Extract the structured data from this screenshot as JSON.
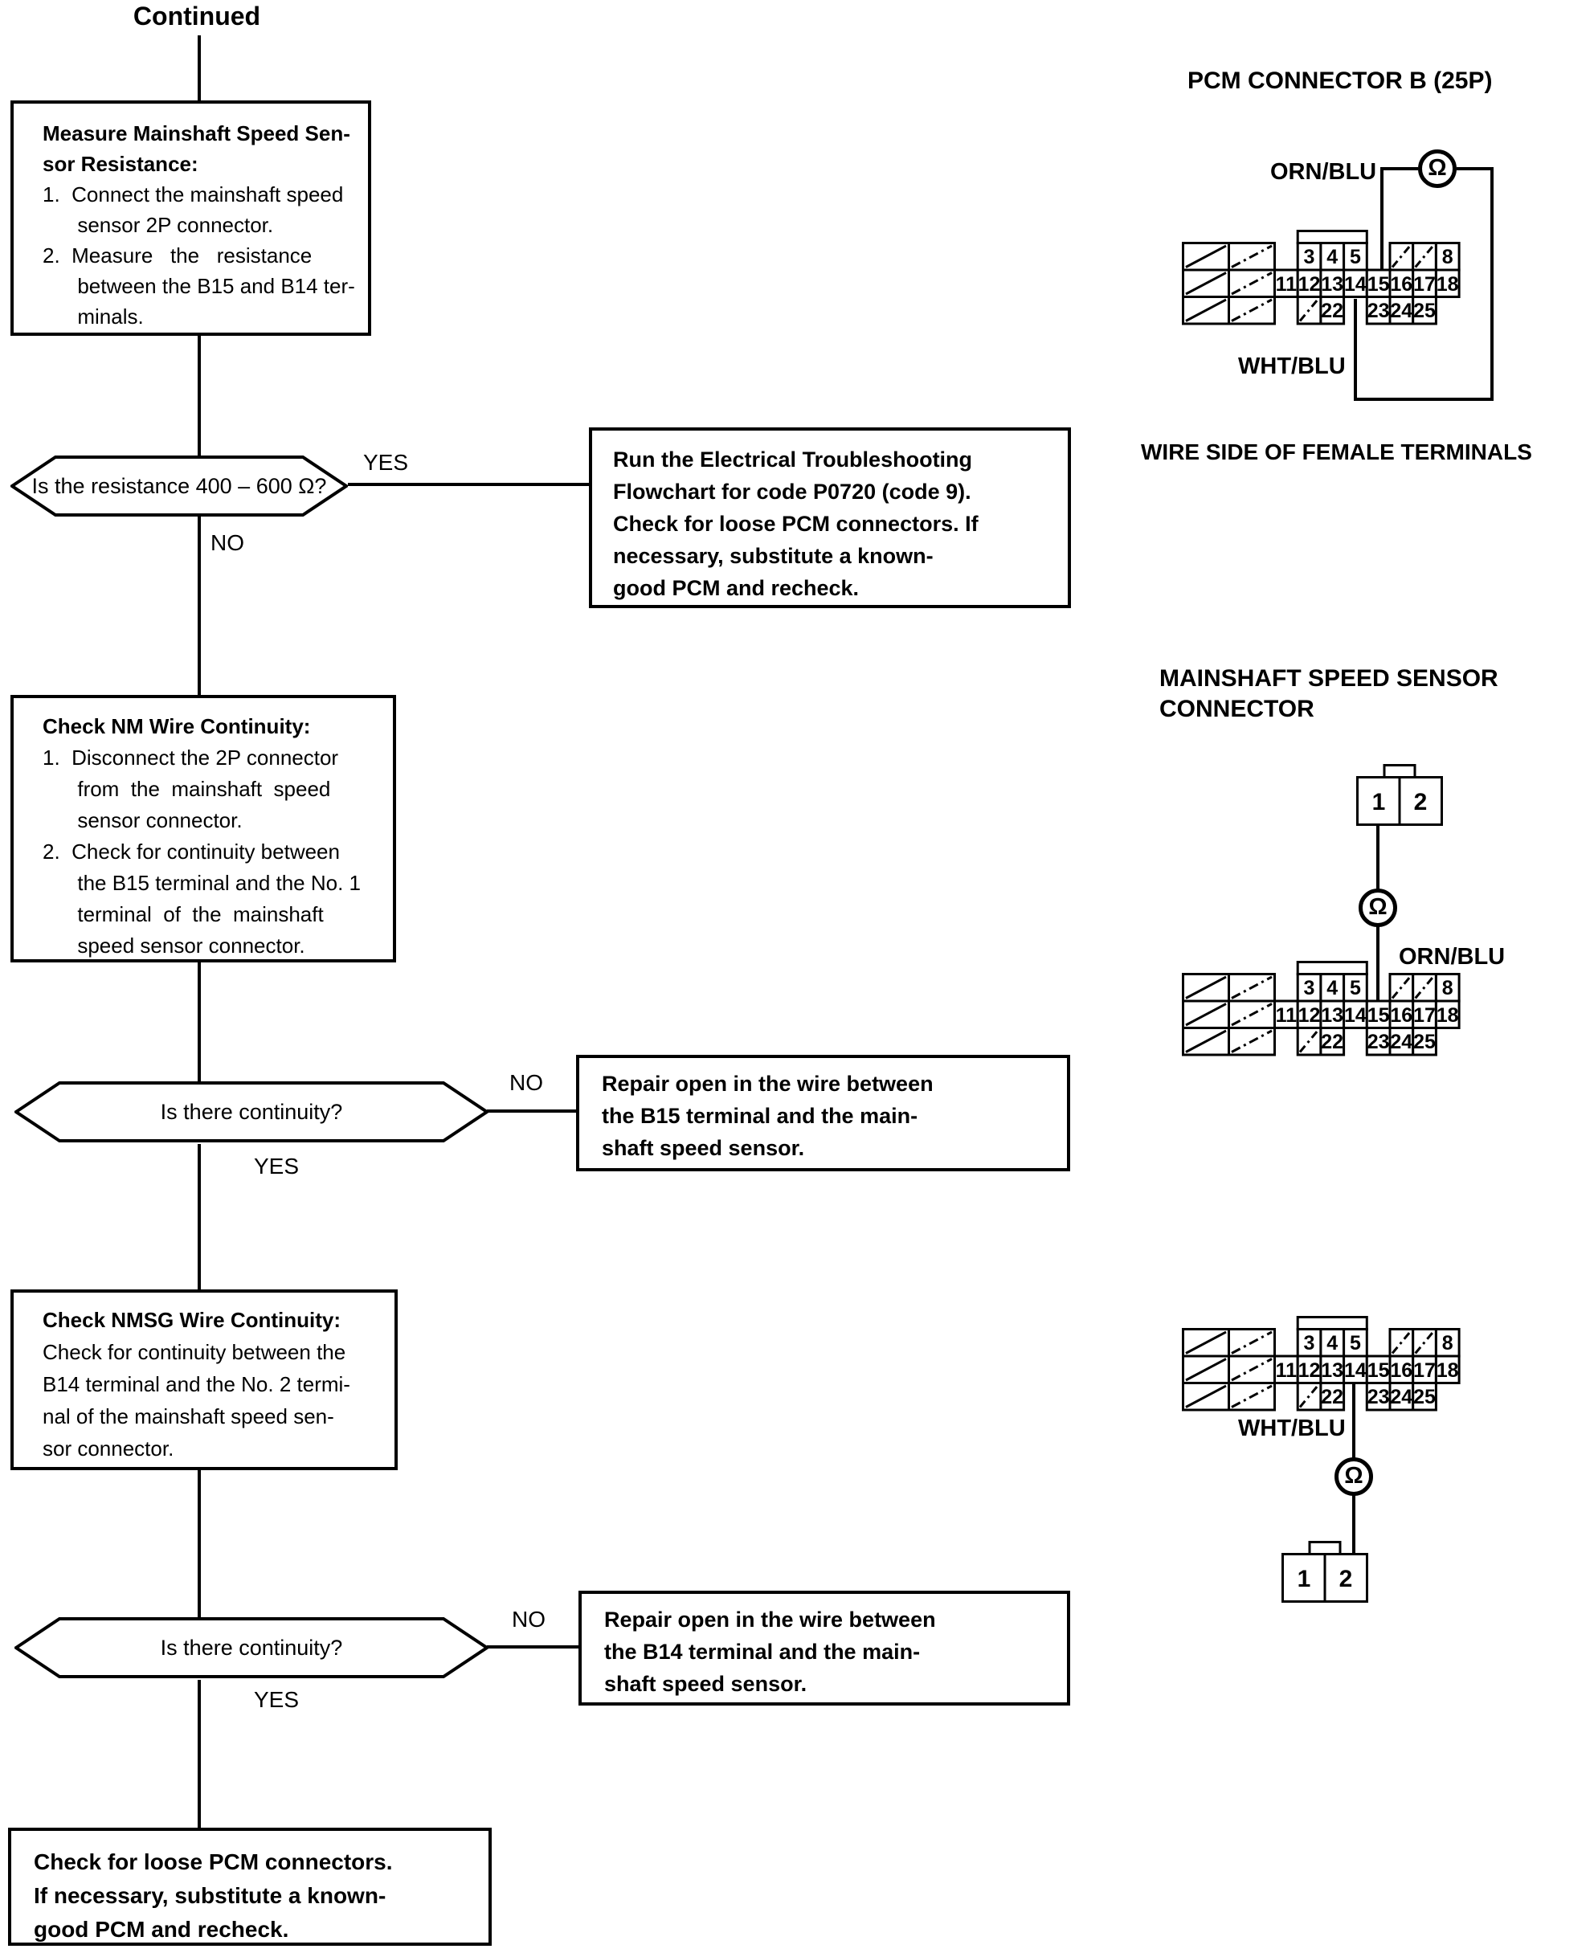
{
  "flow": {
    "continued": "Continued",
    "step1": {
      "title": "Measure Mainshaft Speed Sen-\nsor Resistance:",
      "body": "1.  Connect the mainshaft speed\n      sensor 2P connector.\n2.  Measure   the   resistance\n      between the B15 and B14 ter-\n      minals."
    },
    "decision1": {
      "question": "Is the resistance 400 – 600 Ω?",
      "yes": "YES",
      "no": "NO"
    },
    "yes1_result": "Run the Electrical Troubleshooting\nFlowchart for code P0720 (code 9).\nCheck for loose PCM connectors. If\nnecessary, substitute a known-\ngood PCM and recheck.",
    "step2": {
      "title": "Check NM Wire Continuity:",
      "body": "1.  Disconnect the 2P connector\n      from  the  mainshaft  speed\n      sensor connector.\n2.  Check for continuity between\n      the B15 terminal and the No. 1\n      terminal  of  the  mainshaft\n      speed sensor connector."
    },
    "decision2": {
      "question": "Is there continuity?",
      "yes": "YES",
      "no": "NO"
    },
    "no2_result": "Repair open in the wire between\nthe B15 terminal and the main-\nshaft speed sensor.",
    "step3": {
      "title": "Check NMSG Wire Continuity:",
      "body": "Check for continuity between the\nB14 terminal and the No. 2 termi-\nnal of the mainshaft speed sen-\nsor connector."
    },
    "decision3": {
      "question": "Is there continuity?",
      "yes": "YES",
      "no": "NO"
    },
    "no3_result": "Repair open in the wire between\nthe B14 terminal and the main-\nshaft speed sensor.",
    "final": "Check for loose PCM connectors.\nIf necessary, substitute a known-\ngood PCM and recheck."
  },
  "conn": {
    "pcm_title": "PCM CONNECTOR B (25P)",
    "wire_side_note": "WIRE SIDE OF FEMALE TERMINALS",
    "sensor_title": "MAINSHAFT SPEED SENSOR\nCONNECTOR",
    "ohm": "Ω",
    "orn_blu": "ORN/BLU",
    "wht_blu": "WHT/BLU",
    "grid": {
      "top": [
        "3",
        "4",
        "5"
      ],
      "top_right": "8",
      "mid": [
        "11",
        "12",
        "13",
        "14",
        "15",
        "16",
        "17",
        "18"
      ],
      "bottom_mid": "22",
      "bottom_right": [
        "23",
        "24",
        "25"
      ]
    },
    "two_pin": [
      "1",
      "2"
    ]
  },
  "colors": {
    "ink": "#000000",
    "paper": "#ffffff"
  }
}
